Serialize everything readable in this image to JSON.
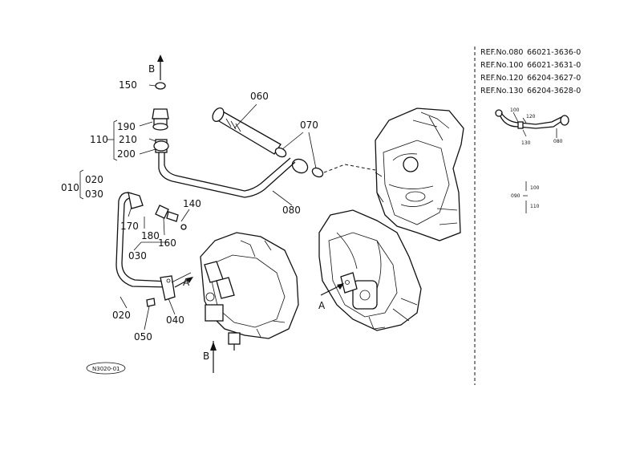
{
  "callouts": {
    "c010": "010",
    "c020a": "020",
    "c030a": "030",
    "c020": "020",
    "c030": "030",
    "c040": "040",
    "c050": "050",
    "c060": "060",
    "c070": "070",
    "c080": "080",
    "c110": "110",
    "c140": "140",
    "c150": "150",
    "c160": "160",
    "c170": "170",
    "c180": "180",
    "c190": "190",
    "c200": "200",
    "c210": "210",
    "arrowA1": "A",
    "arrowA2": "A",
    "arrowB1": "B",
    "arrowB2": "B"
  },
  "references": [
    {
      "ref": "REF.No.080",
      "part": "66021-3636-0"
    },
    {
      "ref": "REF.No.100",
      "part": "66021-3631-0"
    },
    {
      "ref": "REF.No.120",
      "part": "66204-3627-0"
    },
    {
      "ref": "REF.No.130",
      "part": "66204-3628-0"
    }
  ],
  "inset": {
    "l100": "100",
    "l120": "120",
    "l130": "130",
    "l080": "080",
    "g090": "090",
    "g100": "100",
    "g110": "110"
  },
  "drawing_code": "N3020-01"
}
